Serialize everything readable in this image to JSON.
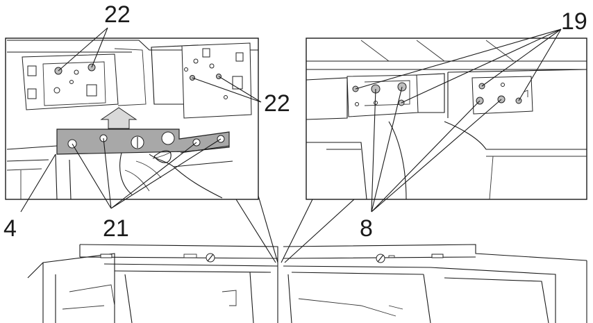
{
  "callouts": {
    "c22_top": "22",
    "c22_right": "22",
    "c19": "19",
    "c4": "4",
    "c21": "21",
    "c8": "8"
  }
}
